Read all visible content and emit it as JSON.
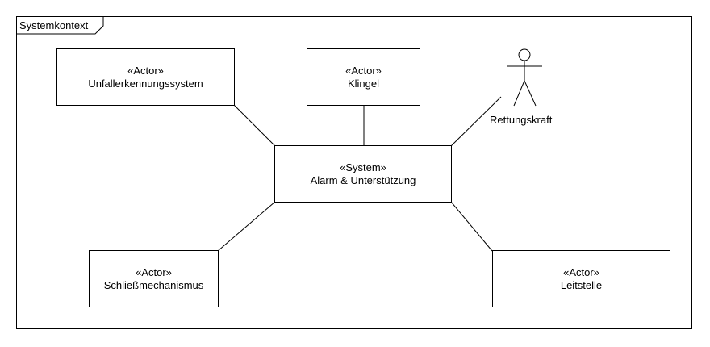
{
  "frame": {
    "label": "Systemkontext"
  },
  "system": {
    "stereotype": "«System»",
    "name": "Alarm & Unterstützung"
  },
  "actors": [
    {
      "stereotype": "«Actor»",
      "name": "Unfallerkennungssystem"
    },
    {
      "stereotype": "«Actor»",
      "name": "Klingel"
    },
    {
      "stereotype": "«Actor»",
      "name": "Schließmechanismus"
    },
    {
      "stereotype": "«Actor»",
      "name": "Leitstelle"
    }
  ],
  "human_actor": {
    "name": "Rettungskraft",
    "icon": "stick-figure-icon"
  },
  "colors": {
    "line": "#000000",
    "background": "#ffffff"
  }
}
